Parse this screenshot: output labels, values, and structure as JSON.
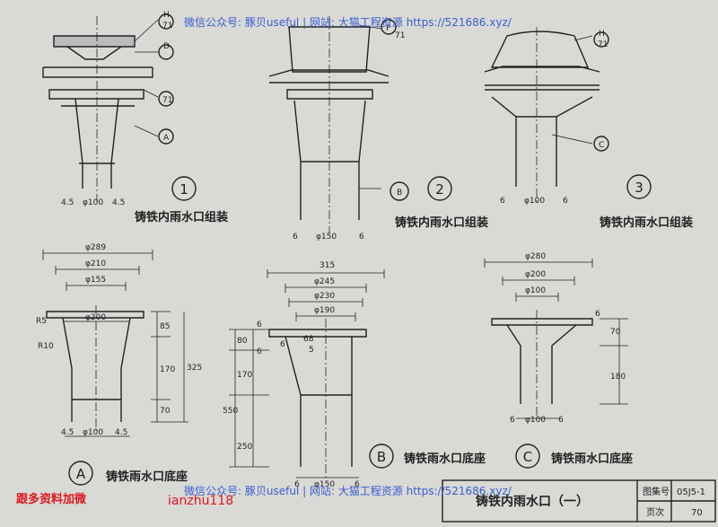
{
  "watermark": {
    "top": "微信公众号: 豚贝useful | 网站: 大猫工程资源 https://521686.xyz/",
    "bottom": "微信公众号: 豚贝useful | 网站: 大猫工程资源 https://521686.xyz/"
  },
  "side_note": {
    "line1": "跟多资料加微",
    "line2": "ianzhu118"
  },
  "title_block": {
    "title": "铸铁内雨水口（一）",
    "atlas_label": "图集号",
    "atlas_no": "05J5-1",
    "page_label": "页次",
    "page_no": "70"
  },
  "details": [
    {
      "id": "1",
      "caption": "铸铁内雨水口组装",
      "labels": [
        "H",
        "71",
        "D",
        "71",
        "A"
      ],
      "dims": [
        "4.5",
        "φ100",
        "4.5"
      ]
    },
    {
      "id": "2",
      "caption": "铸铁内雨水口组装",
      "labels": [
        "F",
        "71",
        "B"
      ],
      "dims": [
        "6",
        "φ150",
        "6"
      ]
    },
    {
      "id": "3",
      "caption": "铸铁内雨水口组装",
      "labels": [
        "H",
        "71",
        "C"
      ],
      "dims": [
        "6",
        "φ100",
        "6"
      ]
    },
    {
      "id": "A",
      "caption": "铸铁雨水口底座",
      "radii": [
        "R5",
        "R10"
      ],
      "dims": [
        "φ289",
        "φ210",
        "φ155",
        "φ200",
        "85",
        "170",
        "70",
        "325",
        "4.5",
        "φ100",
        "4.5"
      ]
    },
    {
      "id": "B",
      "caption": "铸铁雨水口底座",
      "dims": [
        "315",
        "φ245",
        "φ230",
        "φ190",
        "80",
        "6",
        "170",
        "550",
        "250",
        "6",
        "6",
        "68",
        "5",
        "6",
        "φ150",
        "6"
      ]
    },
    {
      "id": "C",
      "caption": "铸铁雨水口底座",
      "dims": [
        "φ280",
        "φ200",
        "φ100",
        "6",
        "70",
        "180",
        "6",
        "φ100",
        "6"
      ]
    }
  ],
  "colors": {
    "ink": "#222222",
    "paper": "#d9d9d6",
    "watermark": "#3a5fd0",
    "note": "#e0161b"
  }
}
